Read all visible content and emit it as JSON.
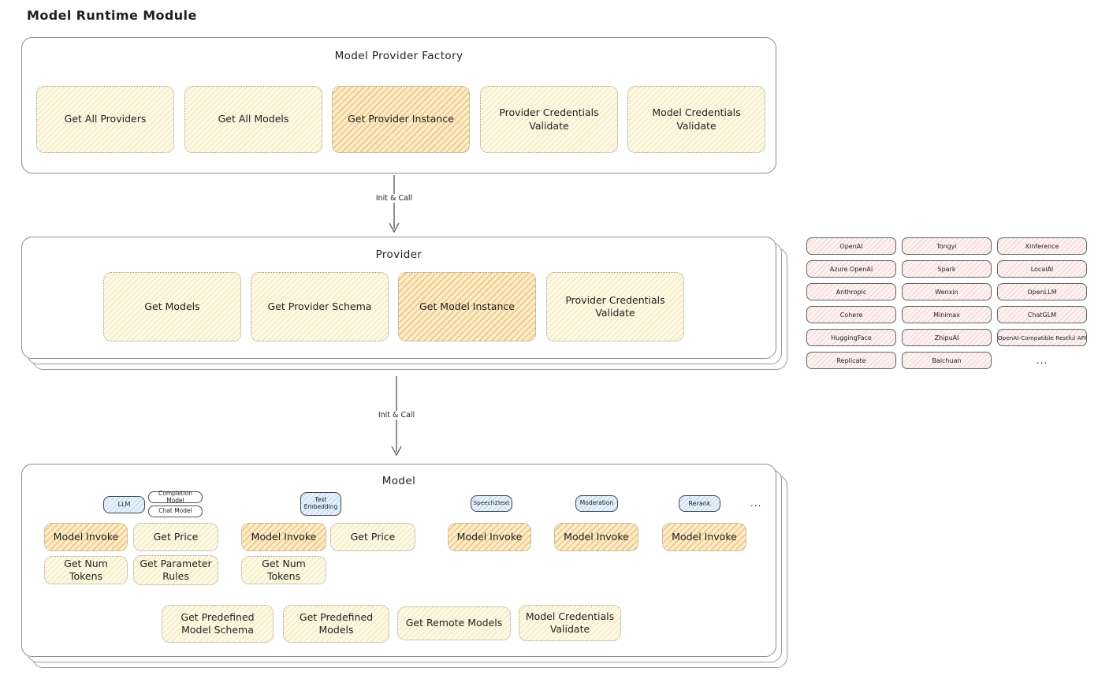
{
  "title": "Model Runtime Module",
  "colors": {
    "panel_border": "#8c8c8c",
    "func_fill": "#fdf9e8",
    "func_hatch": "#f0d68c",
    "highlight_fill": "#fbeecd",
    "highlight_hatch": "#eeb25c",
    "tag_blue_fill": "#e7f1fb",
    "tag_blue_hatch": "#96c3e9",
    "vendor_fill": "#fdf3f3",
    "vendor_hatch": "#ecaaaa",
    "text": "#1f1f1f"
  },
  "factory": {
    "title": "Model Provider Factory",
    "items": [
      {
        "label": "Get All Providers",
        "highlighted": false
      },
      {
        "label": "Get All Models",
        "highlighted": false
      },
      {
        "label": "Get Provider Instance",
        "highlighted": true
      },
      {
        "label": "Provider Credentials Validate",
        "highlighted": false
      },
      {
        "label": "Model Credentials Validate",
        "highlighted": false
      }
    ]
  },
  "arrows": [
    {
      "label": "Init & Call"
    },
    {
      "label": "Init & Call"
    }
  ],
  "provider": {
    "title": "Provider",
    "items": [
      {
        "label": "Get Models",
        "highlighted": false
      },
      {
        "label": "Get Provider Schema",
        "highlighted": false
      },
      {
        "label": "Get Model Instance",
        "highlighted": true
      },
      {
        "label": "Provider Credentials Validate",
        "highlighted": false
      }
    ]
  },
  "vendors": {
    "items": [
      {
        "label": "OpenAI"
      },
      {
        "label": "Tongyi"
      },
      {
        "label": "Xinference"
      },
      {
        "label": "Azure OpenAI"
      },
      {
        "label": "Spark"
      },
      {
        "label": "LocalAI"
      },
      {
        "label": "Anthropic"
      },
      {
        "label": "Wenxin"
      },
      {
        "label": "OpenLLM"
      },
      {
        "label": "Cohere"
      },
      {
        "label": "Minimax"
      },
      {
        "label": "ChatGLM"
      },
      {
        "label": "HuggingFace"
      },
      {
        "label": "ZhipuAI"
      },
      {
        "label": "OpenAI-Compatible Restful API"
      },
      {
        "label": "Replicate"
      },
      {
        "label": "Baichuan"
      },
      {
        "label": "..."
      }
    ]
  },
  "model": {
    "title": "Model",
    "tags": [
      {
        "label": "LLM"
      },
      {
        "label": "Completion Model"
      },
      {
        "label": "Chat Model"
      },
      {
        "label": "Text Embedding"
      },
      {
        "label": "Speech2text"
      },
      {
        "label": "Moderation"
      },
      {
        "label": "Rerank"
      },
      {
        "label": "..."
      }
    ],
    "functions": [
      {
        "label": "Model Invoke",
        "highlighted": true
      },
      {
        "label": "Get Price",
        "highlighted": false
      },
      {
        "label": "Model Invoke",
        "highlighted": true
      },
      {
        "label": "Get Price",
        "highlighted": false
      },
      {
        "label": "Model Invoke",
        "highlighted": true
      },
      {
        "label": "Model Invoke",
        "highlighted": true
      },
      {
        "label": "Model Invoke",
        "highlighted": true
      },
      {
        "label": "Get Num Tokens",
        "highlighted": false
      },
      {
        "label": "Get Parameter Rules",
        "highlighted": false
      },
      {
        "label": "Get Num Tokens",
        "highlighted": false
      },
      {
        "label": "Get Predefined Model Schema",
        "highlighted": false
      },
      {
        "label": "Get Predefined Models",
        "highlighted": false
      },
      {
        "label": "Get Remote Models",
        "highlighted": false
      },
      {
        "label": "Model Credentials Validate",
        "highlighted": false
      }
    ]
  }
}
